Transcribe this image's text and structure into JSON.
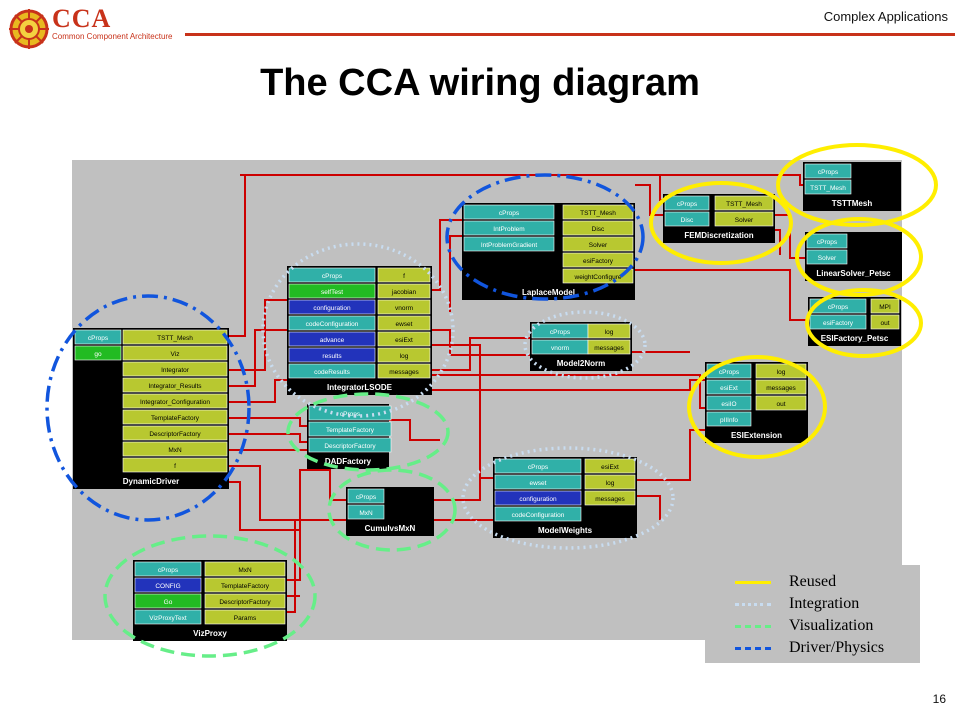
{
  "header": {
    "logo_text": "CCA",
    "logo_subtitle": "Common Component Architecture",
    "section": "Complex Applications"
  },
  "title": "The CCA wiring diagram",
  "page_number": "16",
  "colors": {
    "canvas": "#c0c0c0",
    "wire": "#cc0000",
    "reused": "#ffee00",
    "integration": "#c8dcf0",
    "visualization": "#66ee88",
    "driver": "#1155dd",
    "port_teal": "#30b0a8",
    "port_green": "#22bb22",
    "port_blue": "#2233bb",
    "port_olive": "#b8c830"
  },
  "components": [
    {
      "name": "TSTTMesh",
      "left": [
        {
          "label": "cProps",
          "color": "teal"
        },
        {
          "label": "TSTT_Mesh",
          "color": "teal"
        }
      ],
      "right": []
    },
    {
      "name": "FEMDiscretization",
      "left": [
        {
          "label": "cProps",
          "color": "teal"
        },
        {
          "label": "Disc",
          "color": "teal"
        }
      ],
      "right": [
        {
          "label": "TSTT_Mesh"
        },
        {
          "label": "Solver"
        }
      ]
    },
    {
      "name": "LinearSolver_Petsc",
      "left": [
        {
          "label": "cProps",
          "color": "teal"
        },
        {
          "label": "Solver",
          "color": "teal"
        }
      ],
      "right": []
    },
    {
      "name": "ESIFactory_Petsc",
      "left": [
        {
          "label": "cProps",
          "color": "teal"
        },
        {
          "label": "esiFactory",
          "color": "teal"
        }
      ],
      "right": [
        {
          "label": "MPI"
        },
        {
          "label": "out"
        }
      ]
    },
    {
      "name": "LaplaceModel",
      "left": [
        {
          "label": "cProps",
          "color": "teal"
        },
        {
          "label": "IntProblem",
          "color": "teal"
        },
        {
          "label": "IntProblemGradient",
          "color": "teal"
        }
      ],
      "right": [
        {
          "label": "TSTT_Mesh"
        },
        {
          "label": "Disc"
        },
        {
          "label": "Solver"
        },
        {
          "label": "esiFactory"
        },
        {
          "label": "weightConfigure"
        }
      ]
    },
    {
      "name": "IntegratorLSODE",
      "left": [
        {
          "label": "cProps",
          "color": "teal"
        },
        {
          "label": "selfTest",
          "color": "green"
        },
        {
          "label": "configuration",
          "color": "blue"
        },
        {
          "label": "codeConfiguration",
          "color": "teal"
        },
        {
          "label": "advance",
          "color": "blue"
        },
        {
          "label": "results",
          "color": "blue"
        },
        {
          "label": "codeResults",
          "color": "teal"
        }
      ],
      "right": [
        {
          "label": "f"
        },
        {
          "label": "jacobian"
        },
        {
          "label": "vnorm"
        },
        {
          "label": "ewset"
        },
        {
          "label": "esiExt"
        },
        {
          "label": "log"
        },
        {
          "label": "messages"
        }
      ]
    },
    {
      "name": "Model2Norm",
      "left": [
        {
          "label": "cProps",
          "color": "teal"
        },
        {
          "label": "vnorm",
          "color": "teal"
        }
      ],
      "right": [
        {
          "label": "log"
        },
        {
          "label": "messages"
        }
      ]
    },
    {
      "name": "ESIExtension",
      "left": [
        {
          "label": "cProps",
          "color": "teal"
        },
        {
          "label": "esiExt",
          "color": "teal"
        },
        {
          "label": "esiIO",
          "color": "teal"
        },
        {
          "label": "pIIInfo",
          "color": "teal"
        }
      ],
      "right": [
        {
          "label": "log"
        },
        {
          "label": "messages"
        },
        {
          "label": "out"
        }
      ]
    },
    {
      "name": "DynamicDriver",
      "left": [
        {
          "label": "cProps",
          "color": "teal"
        },
        {
          "label": "go",
          "color": "green"
        }
      ],
      "right": [
        {
          "label": "TSTT_Mesh"
        },
        {
          "label": "Viz"
        },
        {
          "label": "Integrator"
        },
        {
          "label": "Integrator_Results"
        },
        {
          "label": "Integrator_Configuration"
        },
        {
          "label": "TemplateFactory"
        },
        {
          "label": "DescriptorFactory"
        },
        {
          "label": "MxN"
        },
        {
          "label": "f"
        }
      ]
    },
    {
      "name": "DADFactory",
      "left": [
        {
          "label": "cProps",
          "color": "teal"
        },
        {
          "label": "TemplateFactory",
          "color": "teal"
        },
        {
          "label": "DescriptorFactory",
          "color": "teal"
        }
      ],
      "right": []
    },
    {
      "name": "CumulvsMxN",
      "left": [
        {
          "label": "cProps",
          "color": "teal"
        },
        {
          "label": "MxN",
          "color": "teal"
        }
      ],
      "right": []
    },
    {
      "name": "ModelWeights",
      "left": [
        {
          "label": "cProps",
          "color": "teal"
        },
        {
          "label": "ewset",
          "color": "teal"
        },
        {
          "label": "configuration",
          "color": "blue"
        },
        {
          "label": "codeConfiguration",
          "color": "teal"
        }
      ],
      "right": [
        {
          "label": "esiExt"
        },
        {
          "label": "log"
        },
        {
          "label": "messages"
        }
      ]
    },
    {
      "name": "VizProxy",
      "left": [
        {
          "label": "cProps",
          "color": "teal"
        },
        {
          "label": "CONFIG",
          "color": "blue"
        },
        {
          "label": "Go",
          "color": "green"
        },
        {
          "label": "VizProxyText",
          "color": "teal"
        }
      ],
      "right": [
        {
          "label": "MxN"
        },
        {
          "label": "TemplateFactory"
        },
        {
          "label": "DescriptorFactory"
        },
        {
          "label": "Params"
        }
      ]
    }
  ],
  "legend": [
    {
      "label": "Reused",
      "style": "solid",
      "color": "#ffee00"
    },
    {
      "label": "Integration",
      "style": "dotted",
      "color": "#c8dcf0"
    },
    {
      "label": "Visualization",
      "style": "dashed",
      "color": "#66ee88"
    },
    {
      "label": "Driver/Physics",
      "style": "dashdot",
      "color": "#1155dd"
    }
  ]
}
